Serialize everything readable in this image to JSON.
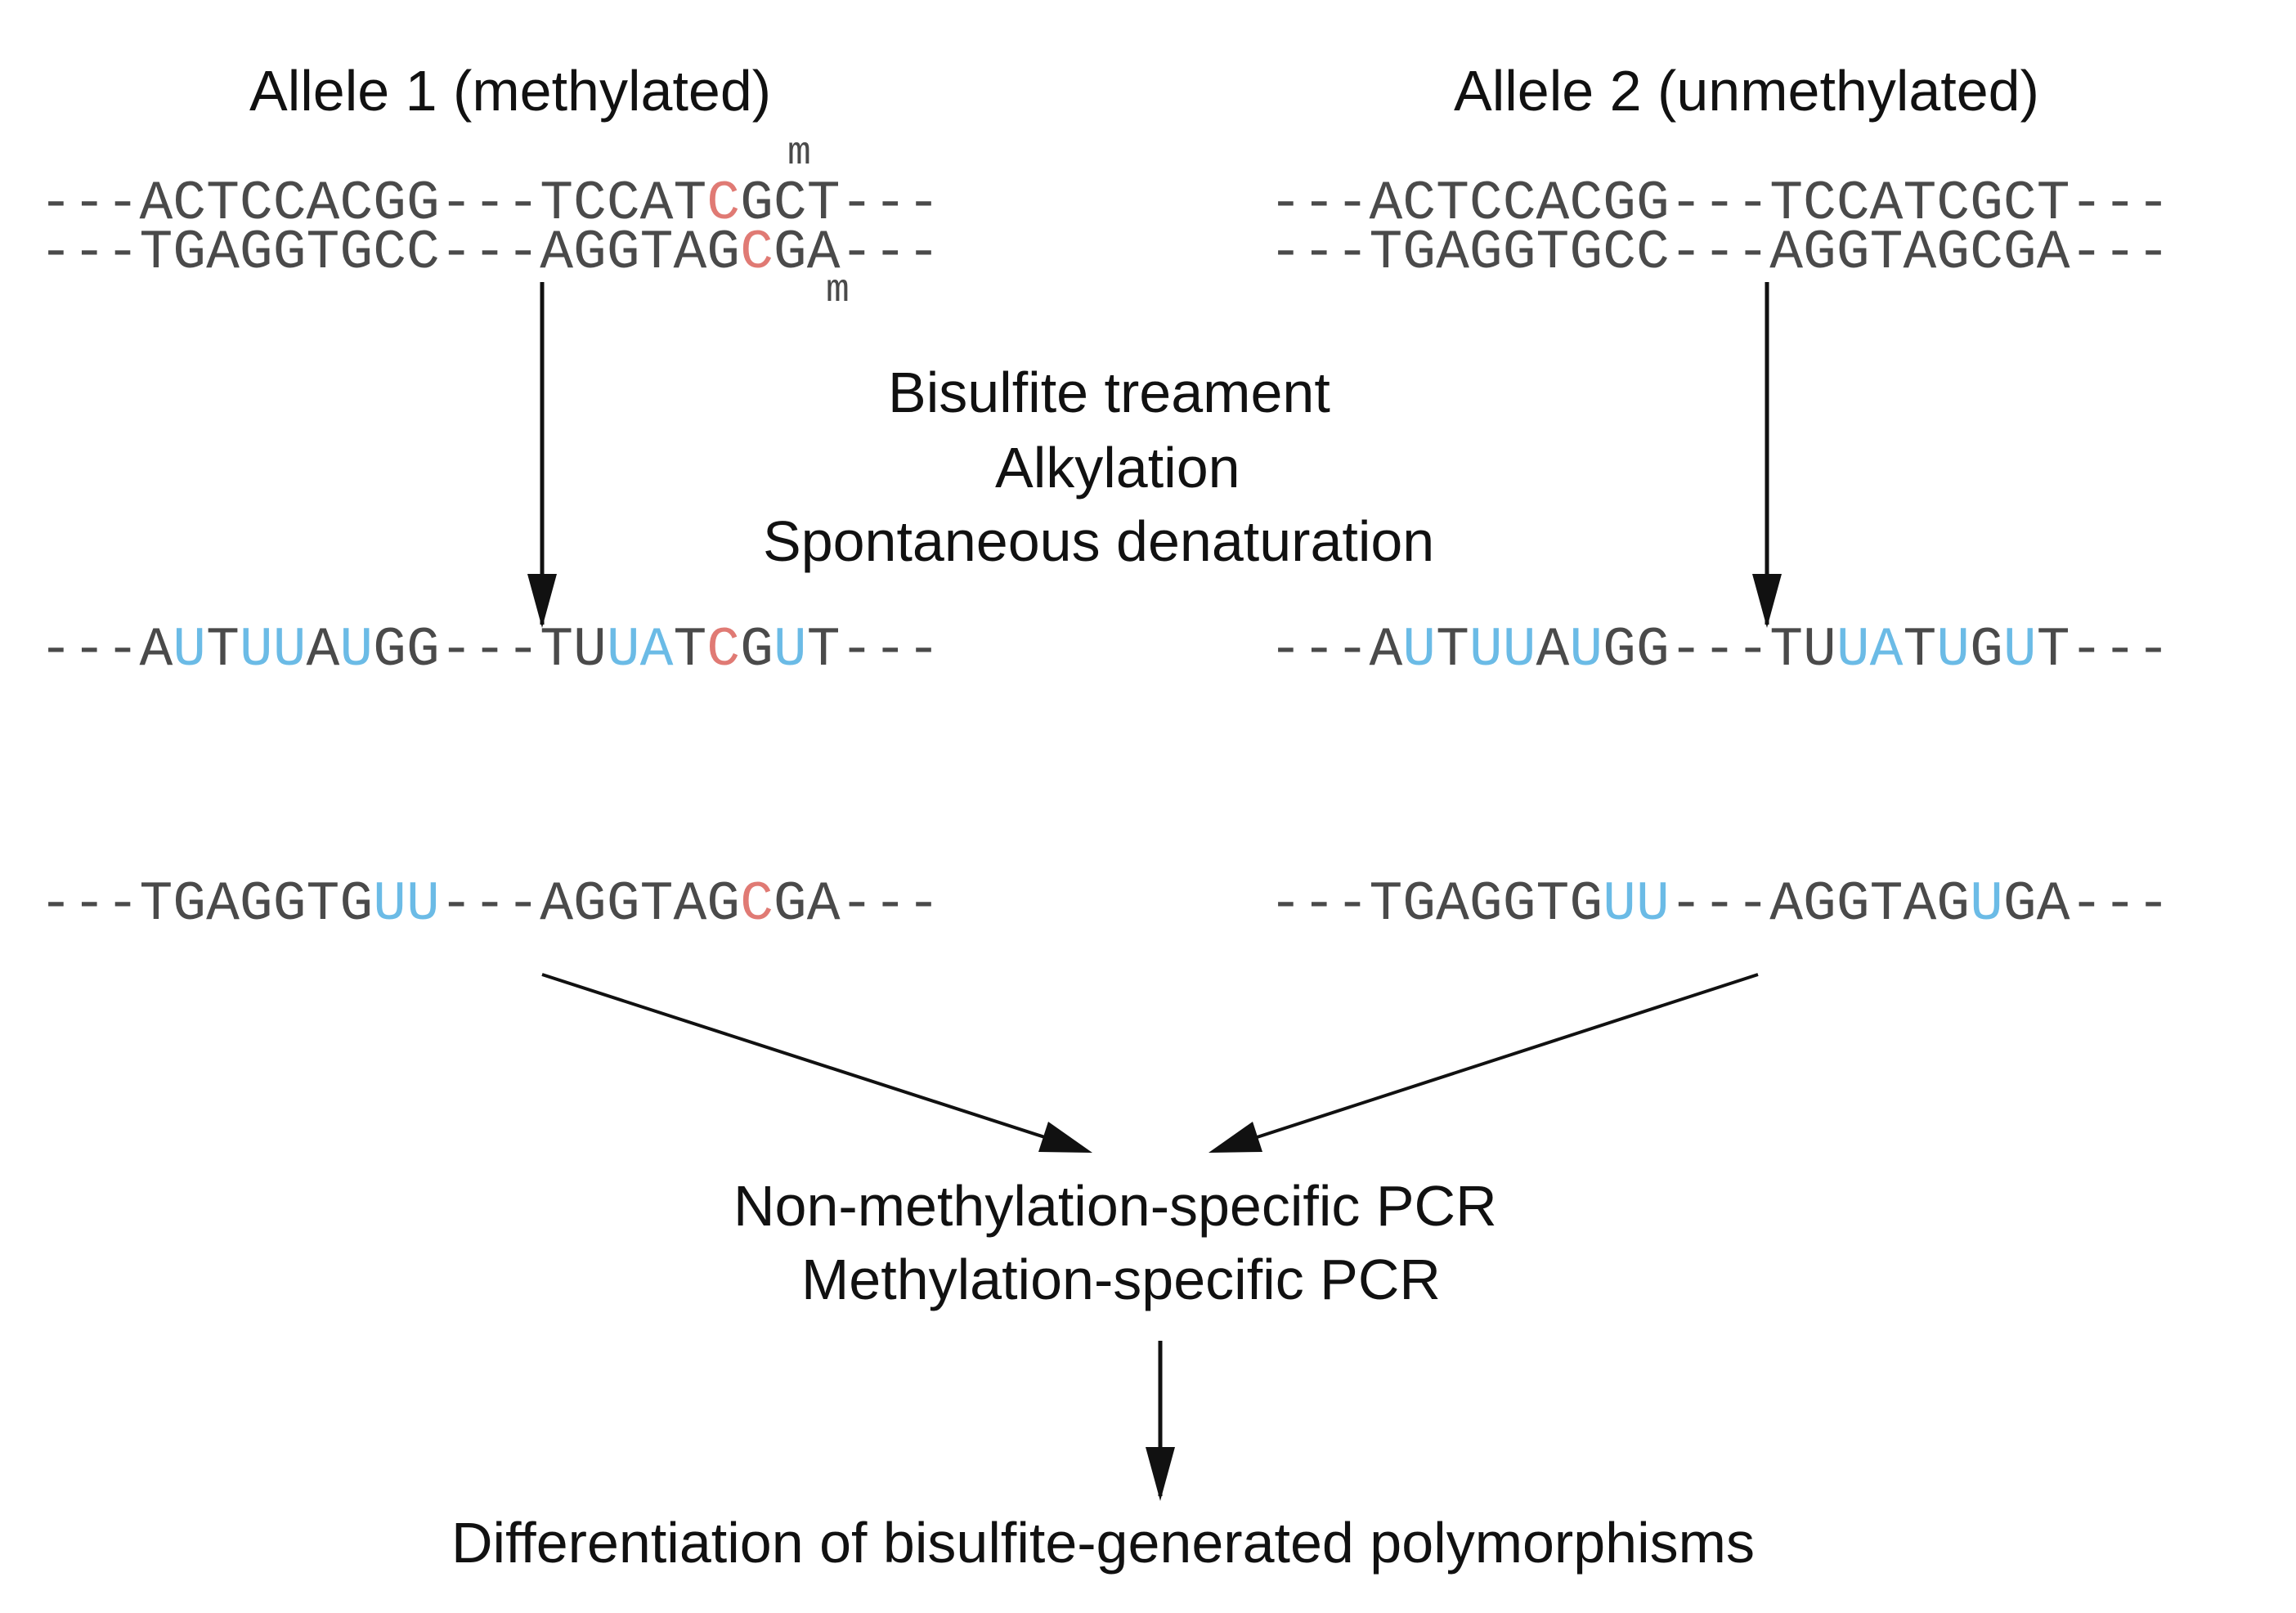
{
  "headings": {
    "allele1": "Allele 1 (methylated)",
    "allele2": "Allele 2 (unmethylated)"
  },
  "methyl_mark": "m",
  "treatment_steps": [
    "Bisulfite treament",
    "Alkylation",
    "Spontaneous denaturation"
  ],
  "pcr_steps": [
    "Non-methylation-specific PCR",
    "Methylation-specific PCR"
  ],
  "result": "Differentiation of bisulfite-generated polymorphisms",
  "colors": {
    "methylated_c": "#e07a74",
    "converted_u": "#6bbbe6",
    "sequence_text": "#4a4a4a",
    "label_text": "#111111",
    "arrow": "#111111"
  },
  "sequences": {
    "allele1_top": "---ACTCCACGG---TCCATCGCT---",
    "allele1_bottom": "---TGAGGTGCC---AGGTAGCGA---",
    "allele2_top": "---ACTCCACGG---TCCATCGCT---",
    "allele2_bottom": "---TGAGGTGCC---AGGTAGCGA---",
    "allele1_conv_top": "---AUTUUAUGG---TUUATCGUT---",
    "allele1_conv_bottom": "---TGAGGTGUU---AGGTAGCGA---",
    "allele2_conv_top": "---AUTUUAUGG---TUUATUGUT---",
    "allele2_conv_bottom": "---TGAGGTGUU---AGGTAGUGA---"
  },
  "highlights": {
    "allele1_top": {
      "meth": [
        20
      ],
      "conv": []
    },
    "allele1_bottom": {
      "meth": [
        21
      ],
      "conv": []
    },
    "allele2_top": {
      "meth": [],
      "conv": []
    },
    "allele2_bottom": {
      "meth": [],
      "conv": []
    },
    "allele1_conv_top": {
      "meth": [
        20
      ],
      "conv": [
        4,
        6,
        7,
        9,
        17,
        18,
        22
      ]
    },
    "allele1_conv_bottom": {
      "meth": [
        21
      ],
      "conv": [
        10,
        11
      ]
    },
    "allele2_conv_top": {
      "meth": [],
      "conv": [
        4,
        6,
        7,
        9,
        17,
        18,
        20,
        22
      ]
    },
    "allele2_conv_bottom": {
      "meth": [],
      "conv": [
        10,
        11,
        21
      ]
    }
  }
}
